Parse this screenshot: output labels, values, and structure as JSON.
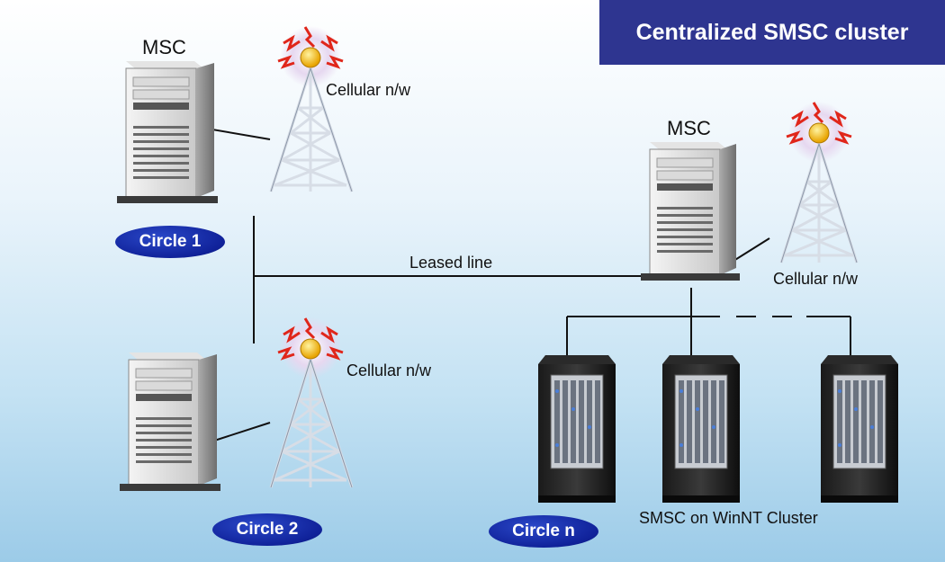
{
  "title": "Centralized SMSC cluster",
  "labels": {
    "msc_1": "MSC",
    "msc_n": "MSC",
    "cellular_1": "Cellular n/w",
    "cellular_2": "Cellular n/w",
    "cellular_n": "Cellular n/w",
    "leased_line": "Leased line",
    "smsc_cluster": "SMSC on WinNT Cluster"
  },
  "circles": {
    "circle_1": "Circle 1",
    "circle_2": "Circle 2",
    "circle_n": "Circle n"
  },
  "colors": {
    "banner": "#2e3590",
    "badge": "#10229a",
    "line": "#111111",
    "background_top": "#ffffff",
    "background_bottom": "#9ccbe8"
  }
}
